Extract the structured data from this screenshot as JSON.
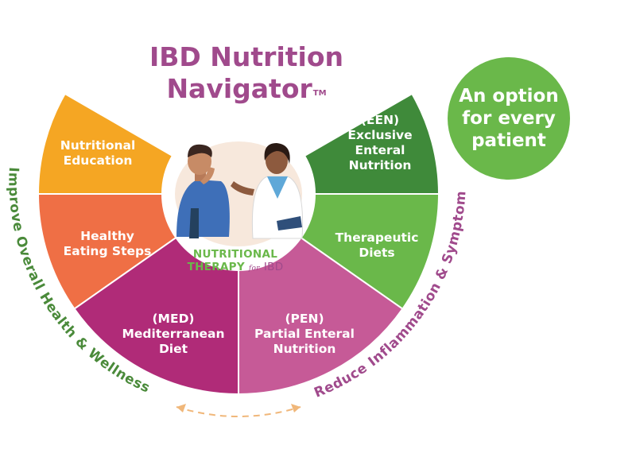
{
  "title": {
    "line1": "IBD Nutrition",
    "line2": "Navigator",
    "trademark": "TM"
  },
  "badge": {
    "lines": [
      "An option",
      "for every",
      "patient"
    ],
    "color": "#6ab84a"
  },
  "segments": [
    {
      "id": "education",
      "lines": [
        "Nutritional",
        "Education"
      ],
      "color": "#f5a623"
    },
    {
      "id": "healthy",
      "lines": [
        "Healthy",
        "Eating Steps"
      ],
      "color": "#ef6f45"
    },
    {
      "id": "med",
      "lines": [
        "(MED)",
        "Mediterranean",
        "Diet"
      ],
      "color": "#b02b78"
    },
    {
      "id": "pen",
      "lines": [
        "(PEN)",
        "Partial Enteral",
        "Nutrition"
      ],
      "color": "#c65a97"
    },
    {
      "id": "therapeutic",
      "lines": [
        "Therapeutic",
        "Diets"
      ],
      "color": "#6ab84a"
    },
    {
      "id": "een",
      "lines": [
        "(EEN)",
        "Exclusive",
        "Enteral",
        "Nutrition"
      ],
      "color": "#3f8a3a"
    }
  ],
  "center_logo": {
    "line1": "NUTRITIONAL",
    "line2_word": "THERAPY",
    "line2_for": "for",
    "line2_ibd": "IBD"
  },
  "arc_left_text": "Improve Overall Health & Wellness",
  "arc_right_text": "Reduce Inflammation & Symptom",
  "colors": {
    "title": "#a04a8c",
    "left_arc_text": "#4a8a3a",
    "right_arc_text": "#a04a8c",
    "arrow": "#f0b77a",
    "center_bg": "#f7e8dc"
  }
}
